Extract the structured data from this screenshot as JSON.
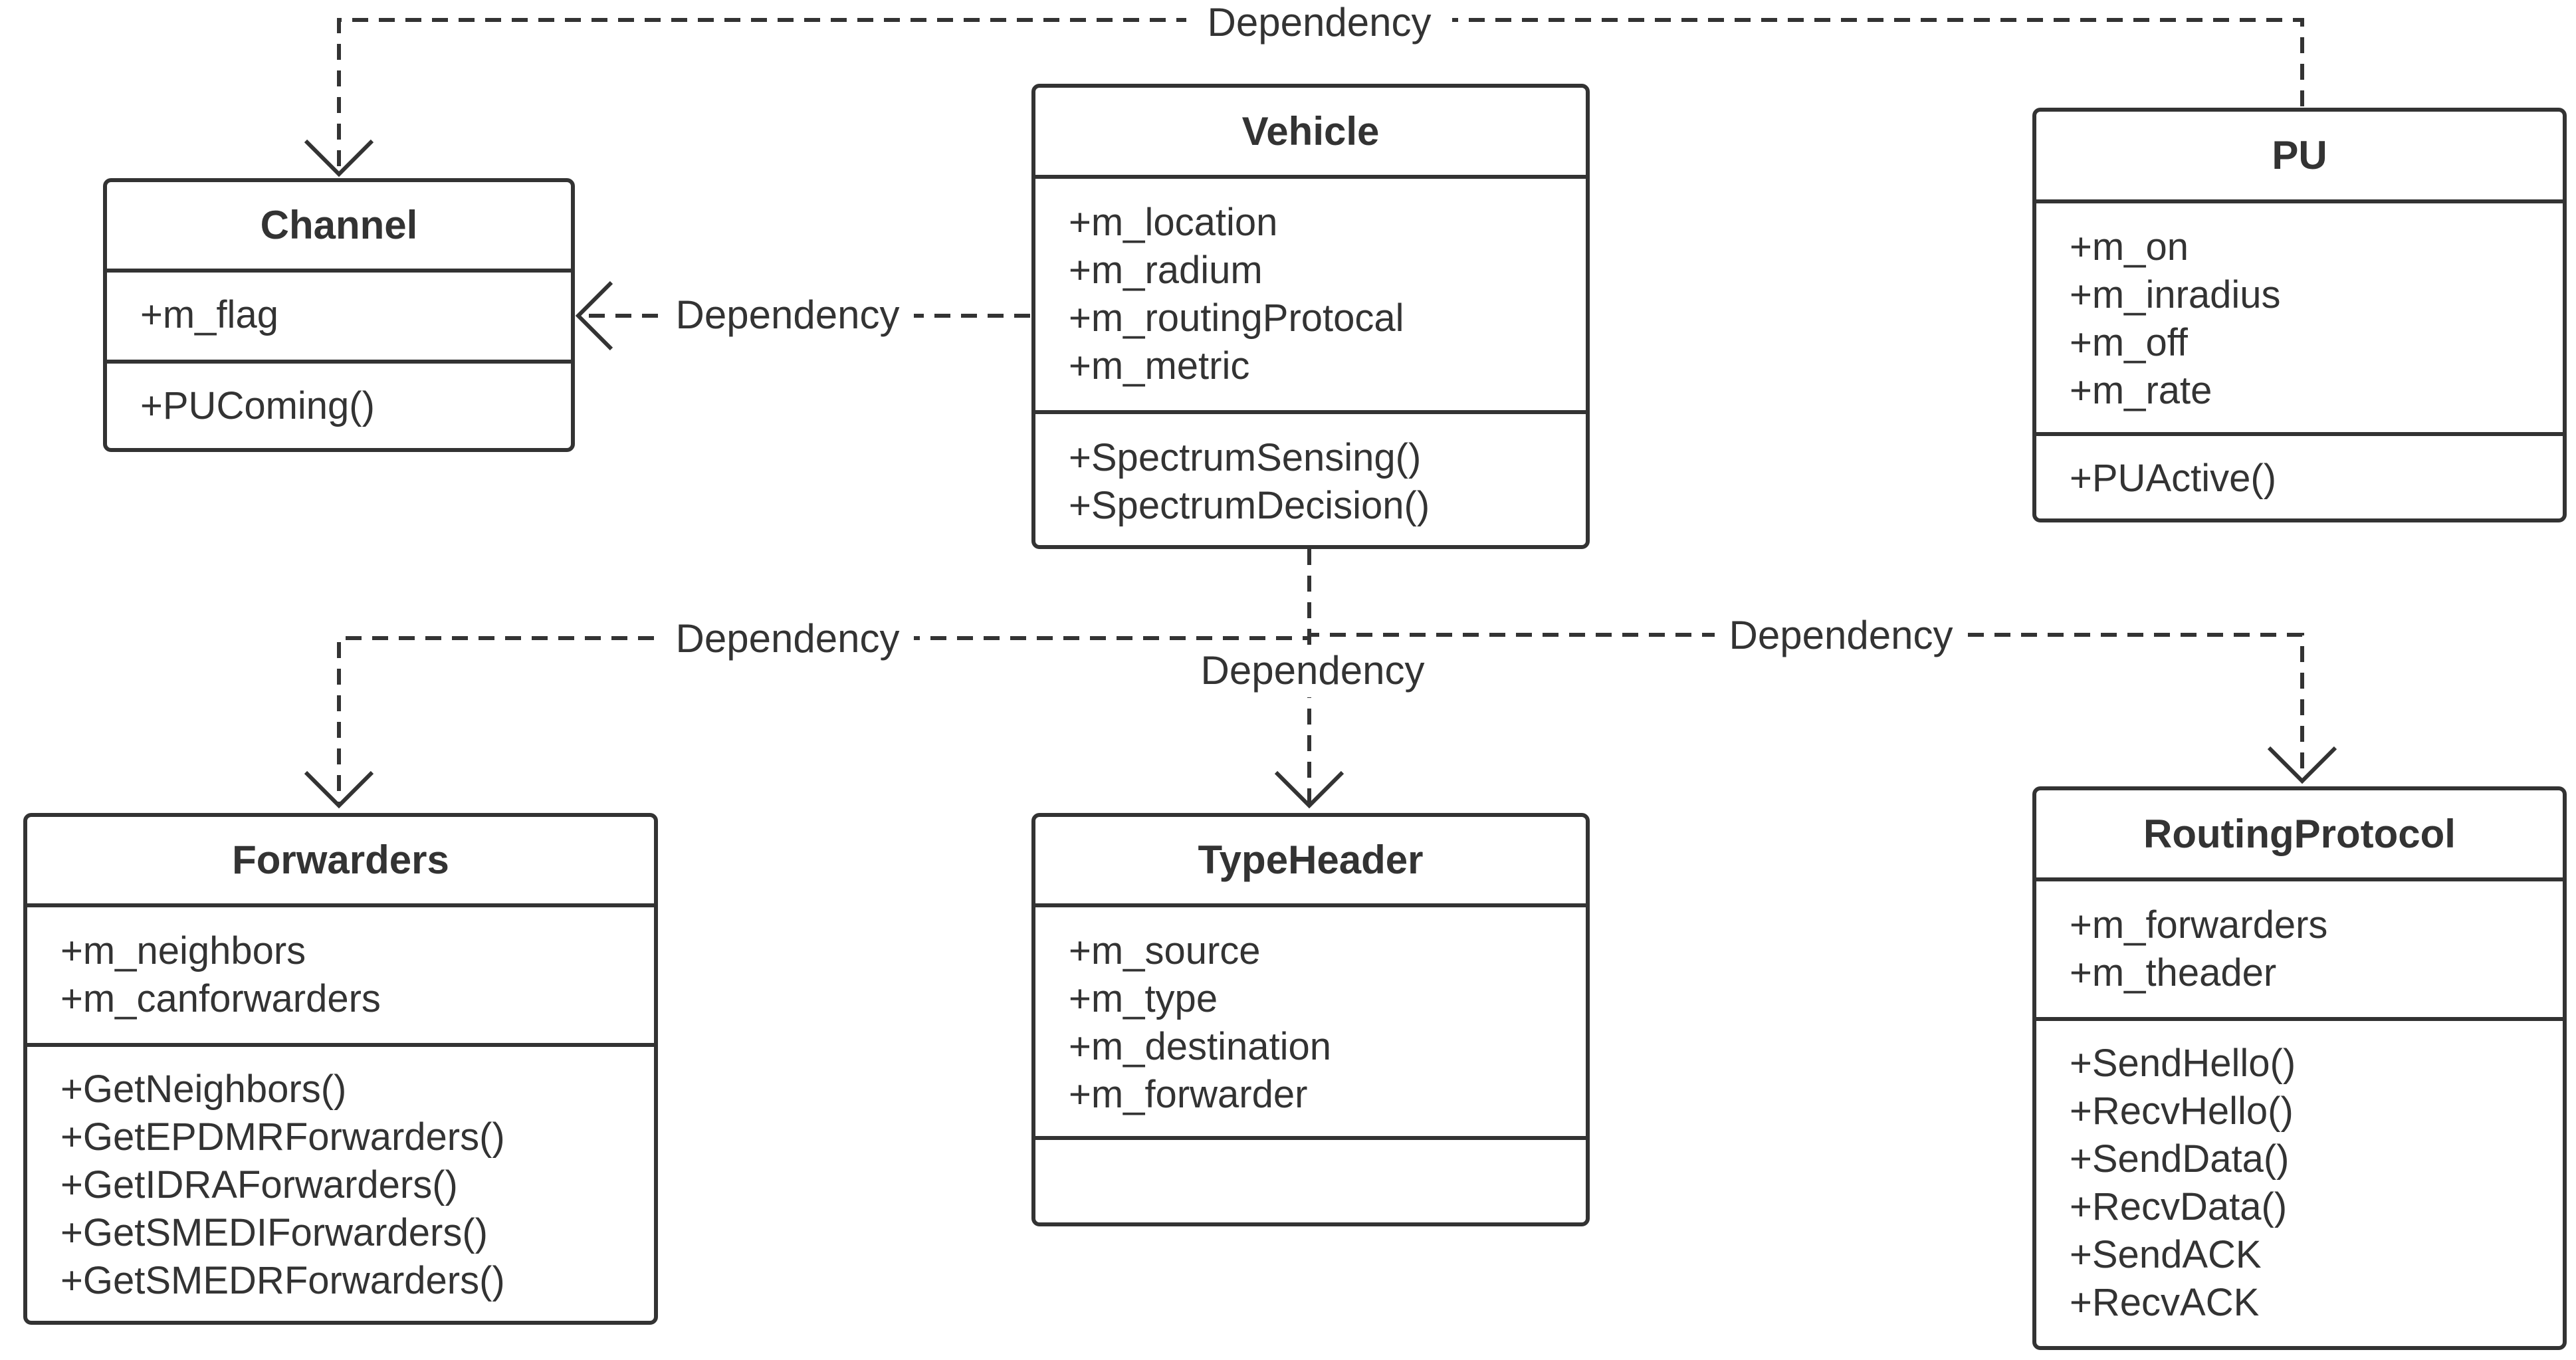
{
  "classes": {
    "channel": {
      "name": "Channel",
      "attributes": [
        "+m_flag"
      ],
      "methods": [
        "+PUComing()"
      ]
    },
    "vehicle": {
      "name": "Vehicle",
      "attributes": [
        "+m_location",
        "+m_radium",
        "+m_routingProtocal",
        "+m_metric"
      ],
      "methods": [
        "+SpectrumSensing()",
        "+SpectrumDecision()"
      ]
    },
    "pu": {
      "name": "PU",
      "attributes": [
        "+m_on",
        "+m_inradius",
        "+m_off",
        "+m_rate"
      ],
      "methods": [
        "+PUActive()"
      ]
    },
    "forwarders": {
      "name": "Forwarders",
      "attributes": [
        "+m_neighbors",
        "+m_canforwarders"
      ],
      "methods": [
        "+GetNeighbors()",
        "+GetEPDMRForwarders()",
        "+GetIDRAForwarders()",
        "+GetSMEDIForwarders()",
        "+GetSMEDRForwarders()"
      ]
    },
    "typeheader": {
      "name": "TypeHeader",
      "attributes": [
        "+m_source",
        "+m_type",
        "+m_destination",
        "+m_forwarder"
      ],
      "methods": []
    },
    "routingprotocol": {
      "name": "RoutingProtocol",
      "attributes": [
        "+m_forwarders",
        "+m_theader"
      ],
      "methods": [
        "+SendHello()",
        "+RecvHello()",
        "+SendData()",
        "+RecvData()",
        "+SendACK",
        "+RecvACK"
      ]
    }
  },
  "edges": {
    "pu_channel": "Dependency",
    "vehicle_channel": "Dependency",
    "vehicle_forwarders": "Dependency",
    "vehicle_typeheader": "Dependency",
    "vehicle_routingprotocol": "Dependency"
  },
  "colors": {
    "stroke": "#333333",
    "background": "#ffffff"
  }
}
